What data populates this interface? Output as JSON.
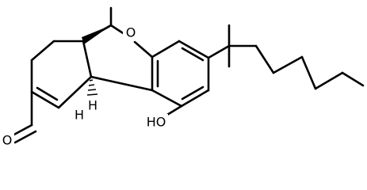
{
  "molecule": {
    "atom_labels": {
      "ring_oxygen": "O",
      "aldehyde_oxygen": "O",
      "hydroxyl": "HO",
      "hydrogen_6a": "H",
      "hydrogen_10a": "H"
    }
  }
}
